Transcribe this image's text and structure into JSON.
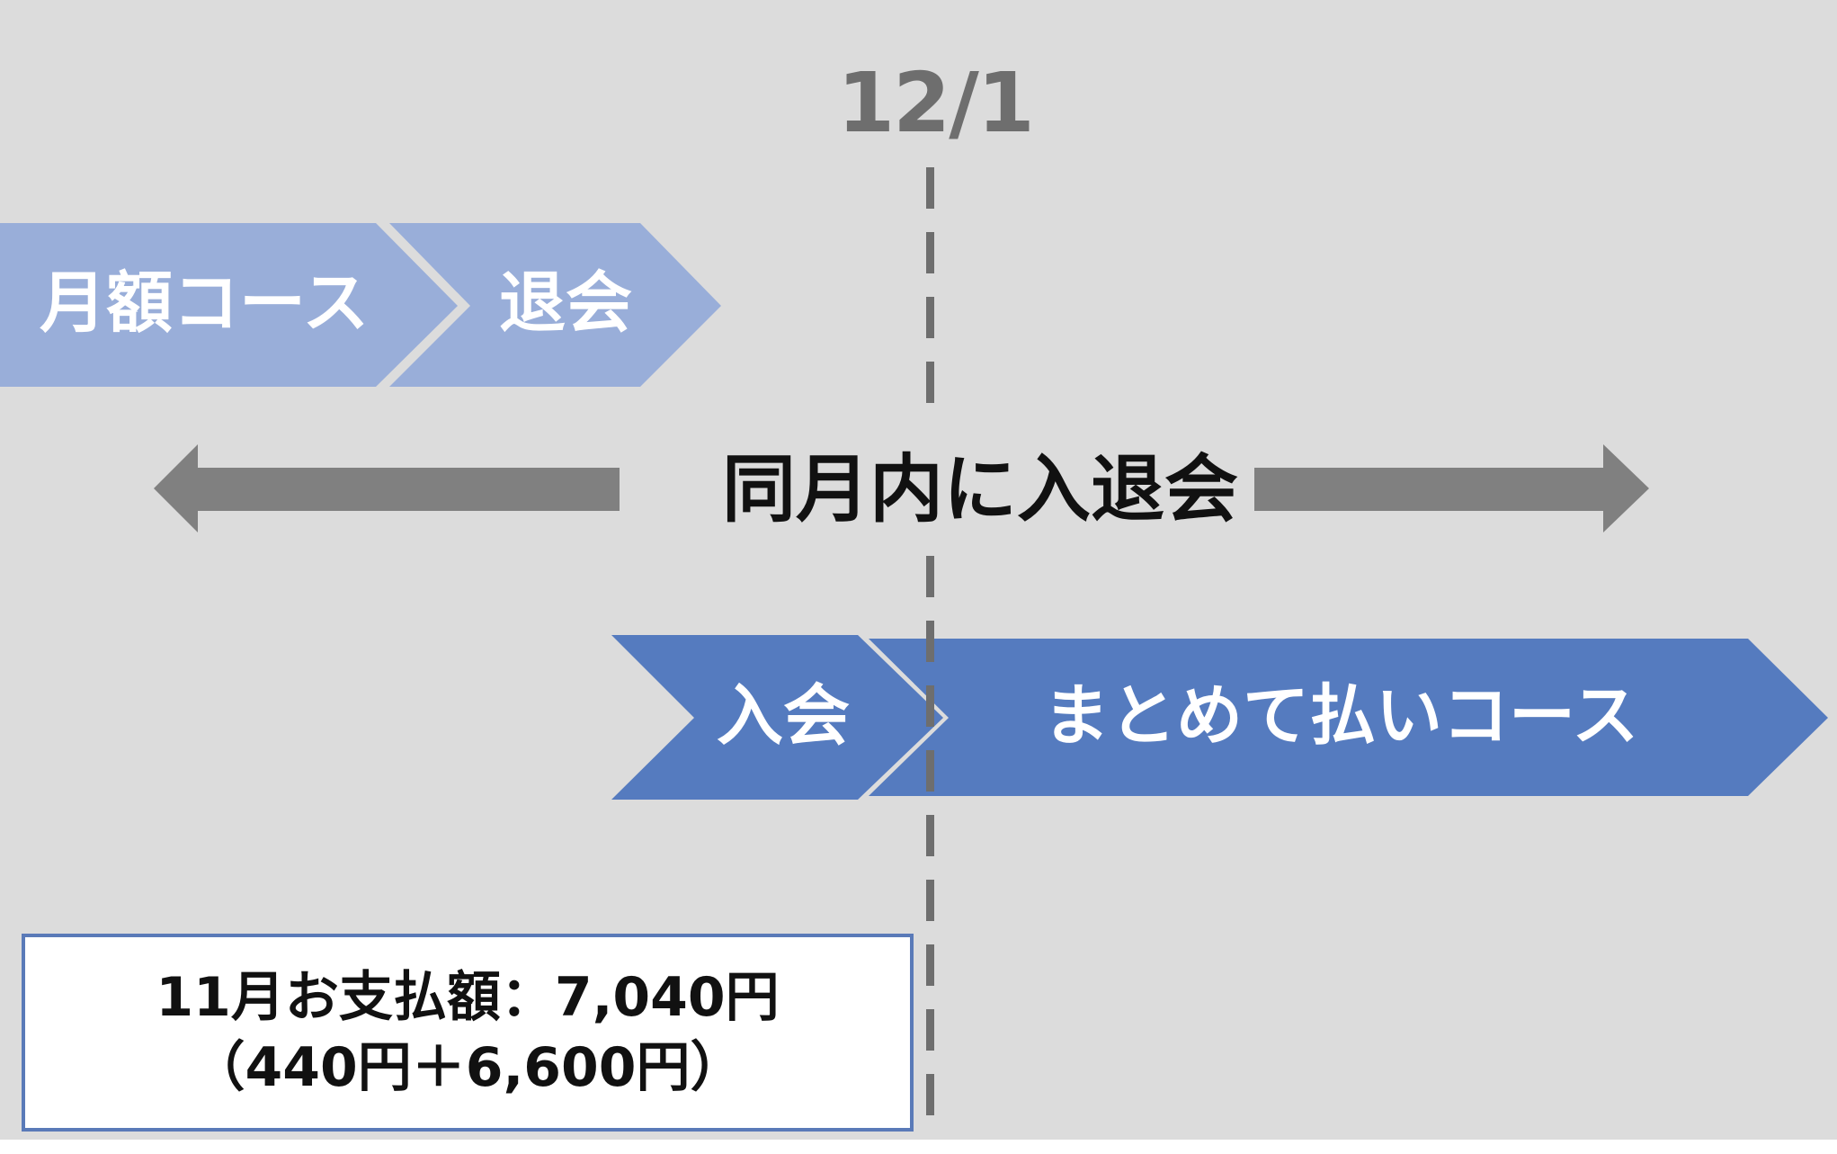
{
  "date_marker": {
    "label": "12/1"
  },
  "old_plan": {
    "course_label": "月額コース",
    "end_label": "退会",
    "color": "#99aed9"
  },
  "span": {
    "label": "同月内に入退会",
    "arrow_color": "#808080"
  },
  "new_plan": {
    "start_label": "入会",
    "course_label": "まとめて払いコース",
    "color": "#557bbf"
  },
  "payment": {
    "line1": "11月お支払額：7,040円",
    "line2": "（440円＋6,600円）",
    "border_color": "#5a7ab8"
  }
}
